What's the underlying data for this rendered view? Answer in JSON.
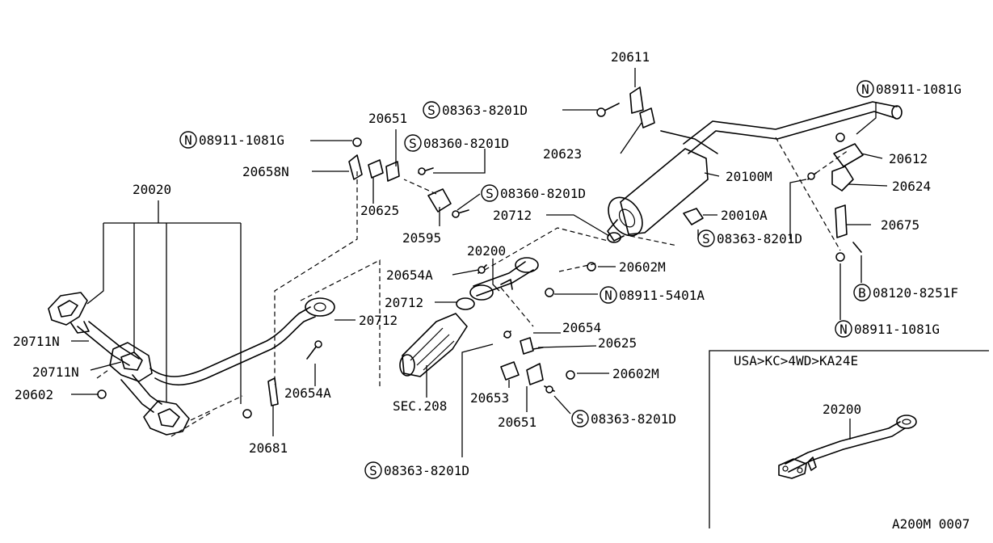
{
  "diagram": {
    "labels": {
      "p20611": "20611",
      "p08911_1081G_right": "08911-1081G",
      "p08363_8201D_top": "08363-8201D",
      "p20651_top": "20651",
      "p08911_1081G_left": "08911-1081G",
      "p08360_8201D_a": "08360-8201D",
      "p20623": "20623",
      "p20612": "20612",
      "p20100M": "20100M",
      "p20624": "20624",
      "p20658N": "20658N",
      "p08360_8201D_b": "08360-8201D",
      "p20020": "20020",
      "p20625_top": "20625",
      "p20712_top": "20712",
      "p20010A": "20010A",
      "p20675": "20675",
      "p08363_8201D_mid": "08363-8201D",
      "p20595": "20595",
      "p20200": "20200",
      "p20654A_top": "20654A",
      "p20602M_top": "20602M",
      "p08120_8251F": "08120-8251F",
      "p08911_5401A": "08911-5401A",
      "p20712_mid": "20712",
      "p20712_left": "20712",
      "p08911_1081G_bottom": "08911-1081G",
      "p20654": "20654",
      "p20711N_a": "20711N",
      "p20625_bottom": "20625",
      "p20711N_b": "20711N",
      "p20602M_bottom": "20602M",
      "p20654A_bottom": "20654A",
      "p20602": "20602",
      "p20653": "20653",
      "sec208": "SEC.208",
      "p08363_8201D_bottom_right": "08363-8201D",
      "p20651_bottom": "20651",
      "p20681": "20681",
      "p08363_8201D_bottom": "08363-8201D"
    },
    "inset": {
      "title": "USA>KC>4WD>KA24E",
      "part_label": "20200"
    },
    "footer_code": "A200M 0007",
    "marks": {
      "n": "N",
      "s": "S",
      "b": "B"
    }
  }
}
